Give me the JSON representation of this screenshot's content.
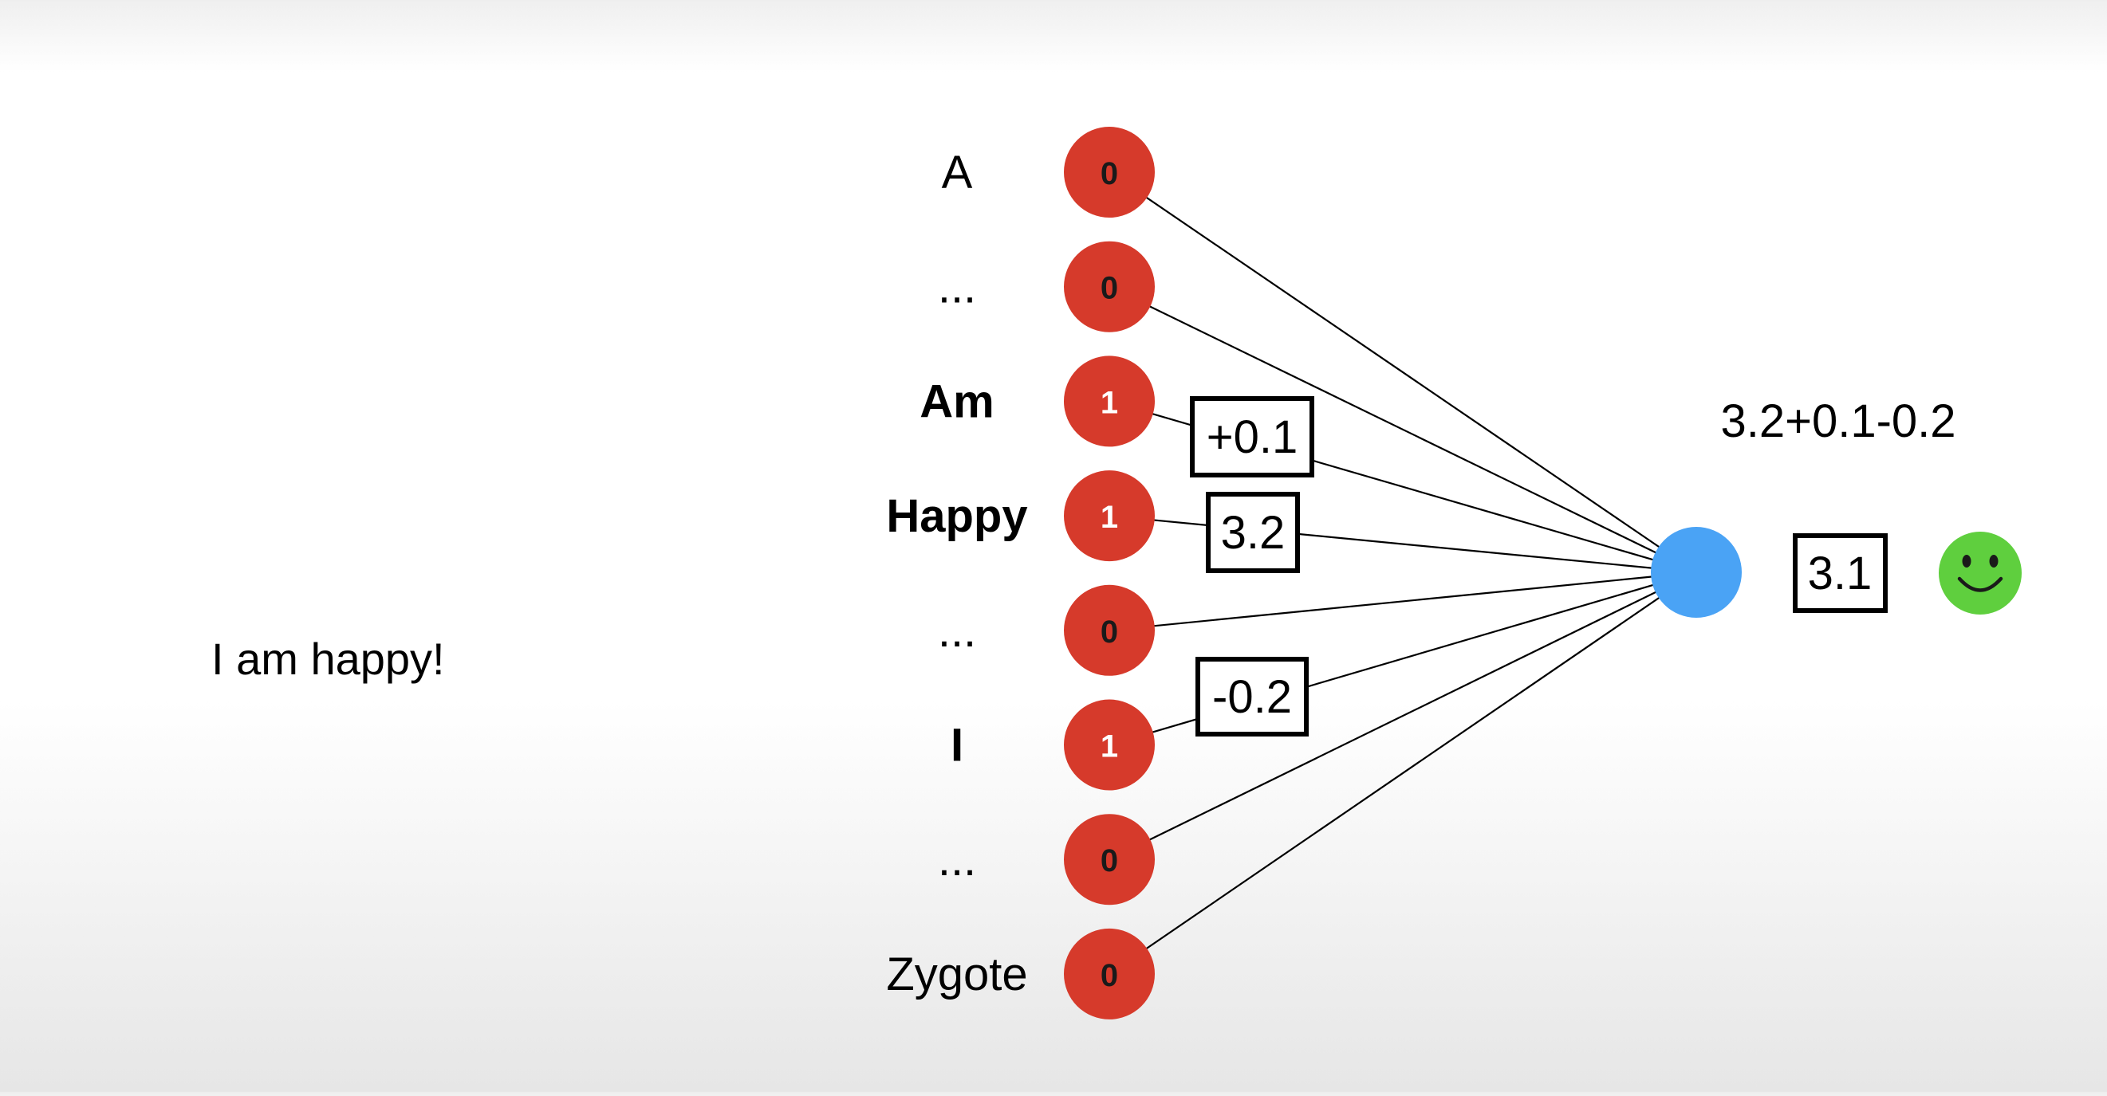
{
  "sentence": "I am happy!",
  "vocabulary": [
    {
      "word": "A",
      "value": "0",
      "bold": false
    },
    {
      "word": "...",
      "value": "0",
      "bold": false
    },
    {
      "word": "Am",
      "value": "1",
      "bold": true
    },
    {
      "word": "Happy",
      "value": "1",
      "bold": true
    },
    {
      "word": "...",
      "value": "0",
      "bold": false
    },
    {
      "word": "I",
      "value": "1",
      "bold": true
    },
    {
      "word": "...",
      "value": "0",
      "bold": false
    },
    {
      "word": "Zygote",
      "value": "0",
      "bold": false
    }
  ],
  "weights": [
    {
      "word_index": 2,
      "label": "+0.1"
    },
    {
      "word_index": 3,
      "label": "3.2"
    },
    {
      "word_index": 5,
      "label": "-0.2"
    }
  ],
  "sum_expression": "3.2+0.1-0.2",
  "output_value": "3.1",
  "result_icon": "smiley-face-icon",
  "colors": {
    "input_node": "#d63a2b",
    "output_node": "#4aa3f5",
    "smiley": "#5fcf3e"
  }
}
